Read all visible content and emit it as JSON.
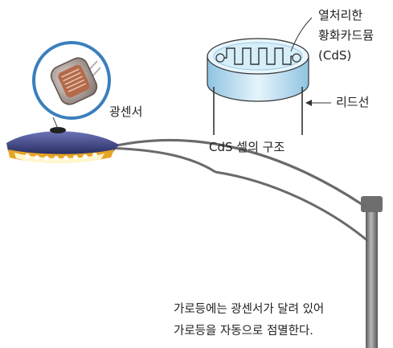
{
  "labels": {
    "photo_sensor": "광센서",
    "cds_material_line1": "열처리한",
    "cds_material_line2": "황화카드뮴",
    "cds_material_line3": "(CdS)",
    "lead_wire": "리드선",
    "cds_cell_title": "CdS 셀의 구조"
  },
  "caption": {
    "line1": "가로등에는 광센서가 달려 있어",
    "line2": "가로등을 자동으로 점멸한다."
  },
  "colors": {
    "pole": "#7d7d7d",
    "lamp_shade": "#3a3f7a",
    "lamp_rim": "#e6a526",
    "cell_blue": "#bfe0f2",
    "cell_trace": "#333333"
  }
}
